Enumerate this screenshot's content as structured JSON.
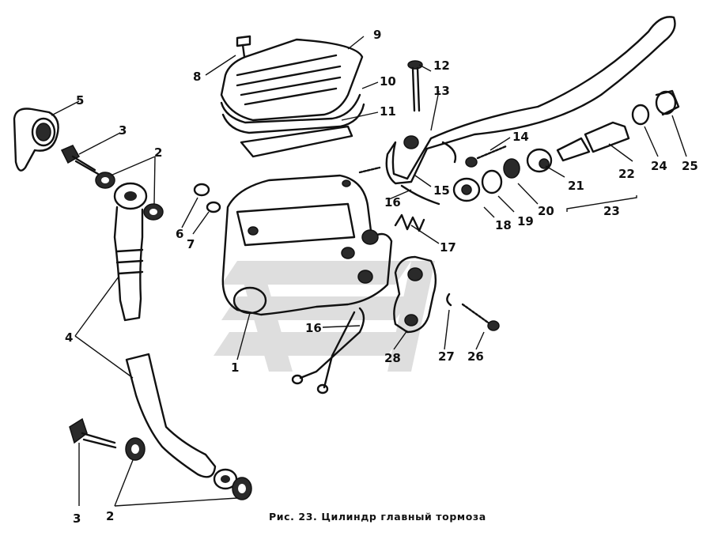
{
  "figure": {
    "caption": "Рис. 23. Цилиндр главный тормоза",
    "watermark": "logo-watermark",
    "callouts": [
      {
        "id": "c1",
        "text": "1"
      },
      {
        "id": "c2a",
        "text": "2"
      },
      {
        "id": "c2b",
        "text": "2"
      },
      {
        "id": "c3a",
        "text": "3"
      },
      {
        "id": "c3b",
        "text": "3"
      },
      {
        "id": "c4",
        "text": "4"
      },
      {
        "id": "c5",
        "text": "5"
      },
      {
        "id": "c6",
        "text": "6"
      },
      {
        "id": "c7",
        "text": "7"
      },
      {
        "id": "c8",
        "text": "8"
      },
      {
        "id": "c9",
        "text": "9"
      },
      {
        "id": "c10",
        "text": "10"
      },
      {
        "id": "c11",
        "text": "11"
      },
      {
        "id": "c12",
        "text": "12"
      },
      {
        "id": "c13",
        "text": "13"
      },
      {
        "id": "c14",
        "text": "14"
      },
      {
        "id": "c15",
        "text": "15"
      },
      {
        "id": "c16a",
        "text": "16"
      },
      {
        "id": "c16b",
        "text": "16"
      },
      {
        "id": "c17",
        "text": "17"
      },
      {
        "id": "c18",
        "text": "18"
      },
      {
        "id": "c19",
        "text": "19"
      },
      {
        "id": "c20",
        "text": "20"
      },
      {
        "id": "c21",
        "text": "21"
      },
      {
        "id": "c22",
        "text": "22"
      },
      {
        "id": "c23",
        "text": "23"
      },
      {
        "id": "c24",
        "text": "24"
      },
      {
        "id": "c25",
        "text": "25"
      },
      {
        "id": "c26",
        "text": "26"
      },
      {
        "id": "c27",
        "text": "27"
      },
      {
        "id": "c28",
        "text": "28"
      }
    ]
  }
}
